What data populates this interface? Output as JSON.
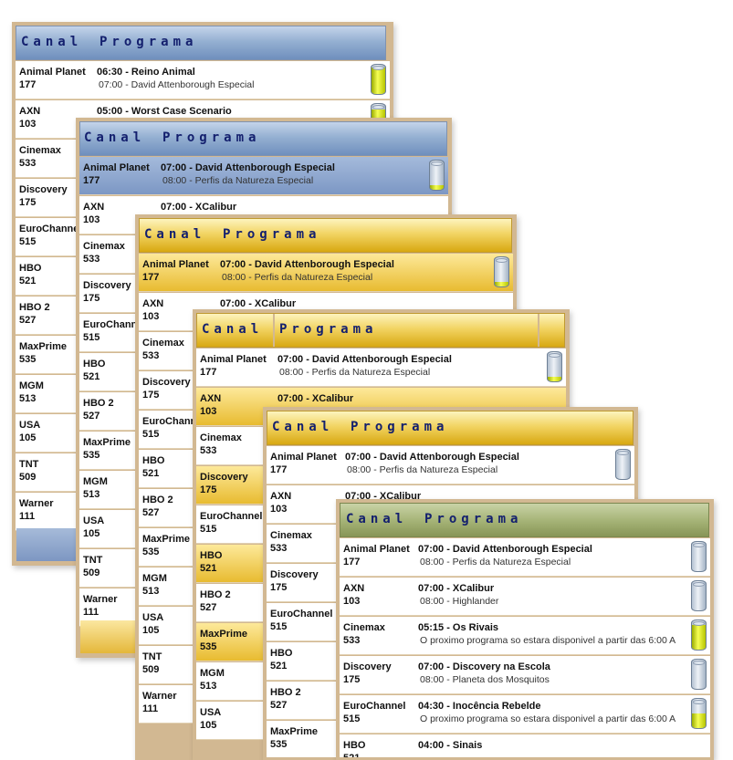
{
  "header": {
    "canal": "Canal",
    "programa": "Programa"
  },
  "panels": [
    {
      "theme": "blue",
      "rows": [
        {
          "name": "Animal Planet",
          "num": "177",
          "now": "06:30 - Reino Animal",
          "next": "07:00 - David Attenborough Especial",
          "fill": 0.9
        },
        {
          "name": "AXN",
          "num": "103",
          "now": "05:00 - Worst Case Scenario",
          "next": "",
          "fill": 0.8
        },
        {
          "name": "Cinemax",
          "num": "533",
          "now": "",
          "next": "",
          "fill": null
        },
        {
          "name": "Discovery",
          "num": "175",
          "now": "",
          "next": "",
          "fill": null
        },
        {
          "name": "EuroChannel",
          "num": "515",
          "now": "",
          "next": "",
          "fill": null
        },
        {
          "name": "HBO",
          "num": "521",
          "now": "",
          "next": "",
          "fill": null
        },
        {
          "name": "HBO 2",
          "num": "527",
          "now": "",
          "next": "",
          "fill": null
        },
        {
          "name": "MaxPrime",
          "num": "535",
          "now": "",
          "next": "",
          "fill": null
        },
        {
          "name": "MGM",
          "num": "513",
          "now": "",
          "next": "",
          "fill": null
        },
        {
          "name": "USA",
          "num": "105",
          "now": "",
          "next": "",
          "fill": null
        },
        {
          "name": "TNT",
          "num": "509",
          "now": "",
          "next": "",
          "fill": null
        },
        {
          "name": "Warner",
          "num": "111",
          "now": "",
          "next": "",
          "fill": null
        }
      ]
    },
    {
      "theme": "blue",
      "rows": [
        {
          "name": "Animal Planet",
          "num": "177",
          "now": "07:00 - David Attenborough Especial",
          "next": "08:00 - Perfis da Natureza Especial",
          "fill": 0.15
        },
        {
          "name": "AXN",
          "num": "103",
          "now": "07:00 - XCalibur",
          "next": "",
          "fill": null
        },
        {
          "name": "Cinemax",
          "num": "533",
          "now": "",
          "next": "",
          "fill": null
        },
        {
          "name": "Discovery",
          "num": "175",
          "now": "",
          "next": "",
          "fill": null
        },
        {
          "name": "EuroChannel",
          "num": "515",
          "now": "",
          "next": "",
          "fill": null
        },
        {
          "name": "HBO",
          "num": "521",
          "now": "",
          "next": "",
          "fill": null
        },
        {
          "name": "HBO 2",
          "num": "527",
          "now": "",
          "next": "",
          "fill": null
        },
        {
          "name": "MaxPrime",
          "num": "535",
          "now": "",
          "next": "",
          "fill": null
        },
        {
          "name": "MGM",
          "num": "513",
          "now": "",
          "next": "",
          "fill": null
        },
        {
          "name": "USA",
          "num": "105",
          "now": "",
          "next": "",
          "fill": null
        },
        {
          "name": "TNT",
          "num": "509",
          "now": "",
          "next": "",
          "fill": null
        },
        {
          "name": "Warner",
          "num": "111",
          "now": "",
          "next": "",
          "fill": null
        }
      ]
    },
    {
      "theme": "gold",
      "rows": [
        {
          "name": "Animal Planet",
          "num": "177",
          "now": "07:00 - David Attenborough Especial",
          "next": "08:00 - Perfis da Natureza Especial",
          "fill": 0.15
        },
        {
          "name": "AXN",
          "num": "103",
          "now": "07:00 - XCalibur",
          "next": "",
          "fill": null
        },
        {
          "name": "Cinemax",
          "num": "533",
          "now": "",
          "next": "",
          "fill": null
        },
        {
          "name": "Discovery",
          "num": "175",
          "now": "",
          "next": "",
          "fill": null
        },
        {
          "name": "EuroChannel",
          "num": "515",
          "now": "",
          "next": "",
          "fill": null
        },
        {
          "name": "HBO",
          "num": "521",
          "now": "",
          "next": "",
          "fill": null
        },
        {
          "name": "HBO 2",
          "num": "527",
          "now": "",
          "next": "",
          "fill": null
        },
        {
          "name": "MaxPrime",
          "num": "535",
          "now": "",
          "next": "",
          "fill": null
        },
        {
          "name": "MGM",
          "num": "513",
          "now": "",
          "next": "",
          "fill": null
        },
        {
          "name": "USA",
          "num": "105",
          "now": "",
          "next": "",
          "fill": null
        },
        {
          "name": "TNT",
          "num": "509",
          "now": "",
          "next": "",
          "fill": null
        },
        {
          "name": "Warner",
          "num": "111",
          "now": "",
          "next": "",
          "fill": null
        }
      ]
    },
    {
      "theme": "gold",
      "rows": [
        {
          "name": "Animal Planet",
          "num": "177",
          "now": "07:00 - David Attenborough Especial",
          "next": "08:00 - Perfis da Natureza Especial",
          "fill": 0.15
        },
        {
          "name": "AXN",
          "num": "103",
          "now": "07:00 - XCalibur",
          "next": "",
          "fill": null
        },
        {
          "name": "Cinemax",
          "num": "533",
          "now": "",
          "next": "",
          "fill": null
        },
        {
          "name": "Discovery",
          "num": "175",
          "now": "",
          "next": "",
          "fill": null
        },
        {
          "name": "EuroChannel",
          "num": "515",
          "now": "",
          "next": "",
          "fill": null
        },
        {
          "name": "HBO",
          "num": "521",
          "now": "",
          "next": "",
          "fill": null
        },
        {
          "name": "HBO 2",
          "num": "527",
          "now": "",
          "next": "",
          "fill": null
        },
        {
          "name": "MaxPrime",
          "num": "535",
          "now": "",
          "next": "",
          "fill": null
        },
        {
          "name": "MGM",
          "num": "513",
          "now": "",
          "next": "",
          "fill": null
        },
        {
          "name": "USA",
          "num": "105",
          "now": "",
          "next": "",
          "fill": null
        }
      ]
    },
    {
      "theme": "gold",
      "rows": [
        {
          "name": "Animal Planet",
          "num": "177",
          "now": "07:00 - David Attenborough Especial",
          "next": "08:00 - Perfis da Natureza Especial",
          "fill": 0
        },
        {
          "name": "AXN",
          "num": "103",
          "now": "07:00 - XCalibur",
          "next": "",
          "fill": null
        },
        {
          "name": "Cinemax",
          "num": "533",
          "now": "",
          "next": "",
          "fill": null
        },
        {
          "name": "Discovery",
          "num": "175",
          "now": "",
          "next": "",
          "fill": null
        },
        {
          "name": "EuroChannel",
          "num": "515",
          "now": "",
          "next": "",
          "fill": null
        },
        {
          "name": "HBO",
          "num": "521",
          "now": "",
          "next": "",
          "fill": null
        },
        {
          "name": "HBO 2",
          "num": "527",
          "now": "",
          "next": "",
          "fill": null
        },
        {
          "name": "MaxPrime",
          "num": "535",
          "now": "",
          "next": "",
          "fill": null
        }
      ]
    },
    {
      "theme": "green",
      "rows": [
        {
          "name": "Animal Planet",
          "num": "177",
          "now": "07:00 - David Attenborough Especial",
          "next": "08:00 - Perfis da Natureza Especial",
          "fill": 0
        },
        {
          "name": "AXN",
          "num": "103",
          "now": "07:00 - XCalibur",
          "next": "08:00 - Highlander",
          "fill": 0
        },
        {
          "name": "Cinemax",
          "num": "533",
          "now": "05:15 - Os Rivais",
          "next": "O proximo programa so estara disponivel a partir das 6:00 A",
          "fill": 0.85
        },
        {
          "name": "Discovery",
          "num": "175",
          "now": "07:00 - Discovery na Escola",
          "next": "08:00 - Planeta dos Mosquitos",
          "fill": 0
        },
        {
          "name": "EuroChannel",
          "num": "515",
          "now": "04:30 - Inocência Rebelde",
          "next": "O proximo programa so estara disponivel a partir das 6:00 A",
          "fill": 0.5
        },
        {
          "name": "HBO",
          "num": "521",
          "now": "04:00 - Sinais",
          "next": "",
          "fill": null
        }
      ]
    }
  ]
}
